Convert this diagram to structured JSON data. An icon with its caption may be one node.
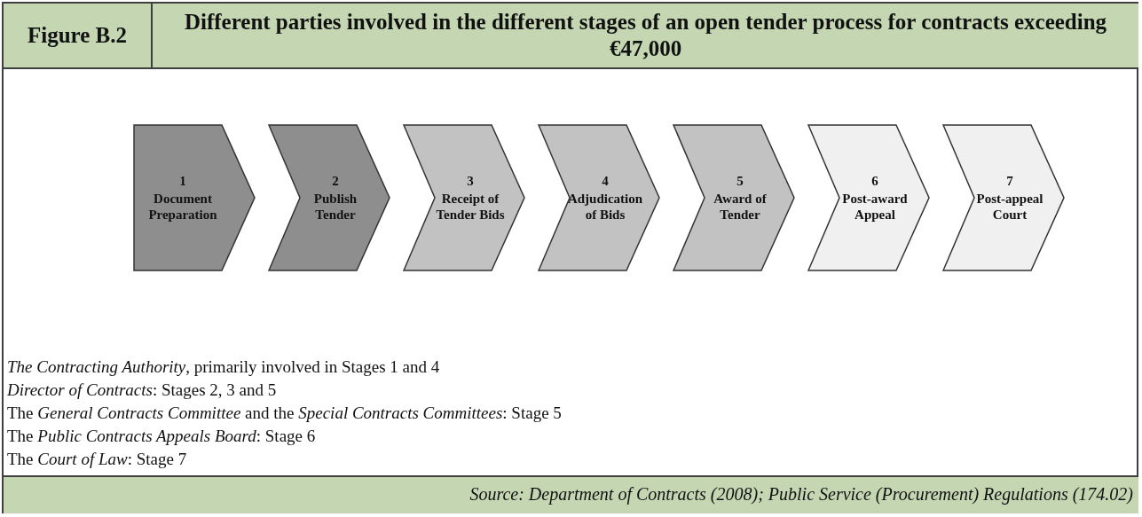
{
  "diagram": {
    "title": "Different parties involved in the different stages of an open tender process for contracts exceeding €47,000",
    "caption": "Source: Department of Contracts (2008); Public Service (Procurement) Regulations (174.02)",
    "nodes": [
      {
        "text": [
          "1",
          "Document Preparation"
        ]
      },
      {
        "text": [
          "2",
          "Publish Tender"
        ]
      },
      {
        "text": [
          "3",
          "Receipt of Tender Bids"
        ]
      },
      {
        "text": [
          "4",
          "Adjudication of Bids"
        ]
      },
      {
        "text": [
          "5",
          "Award of Tender"
        ]
      },
      {
        "text": [
          "6",
          "Post-award Appeal"
        ]
      },
      {
        "text": [
          "7",
          "Post-appeal Court"
        ]
      }
    ],
    "labels": [
      "Figure B.2",
      "*The Contracting Authority*, primarily involved in Stages 1 and 4",
      "*Director of Contracts*: Stages 2, 3 and 5",
      "The *General Contracts Committee* and the *Special Contracts Committees*: Stage 5",
      "The *Public Contracts Appeals Board*: Stage 6",
      "The *Court of Law*: Stage 7"
    ]
  }
}
